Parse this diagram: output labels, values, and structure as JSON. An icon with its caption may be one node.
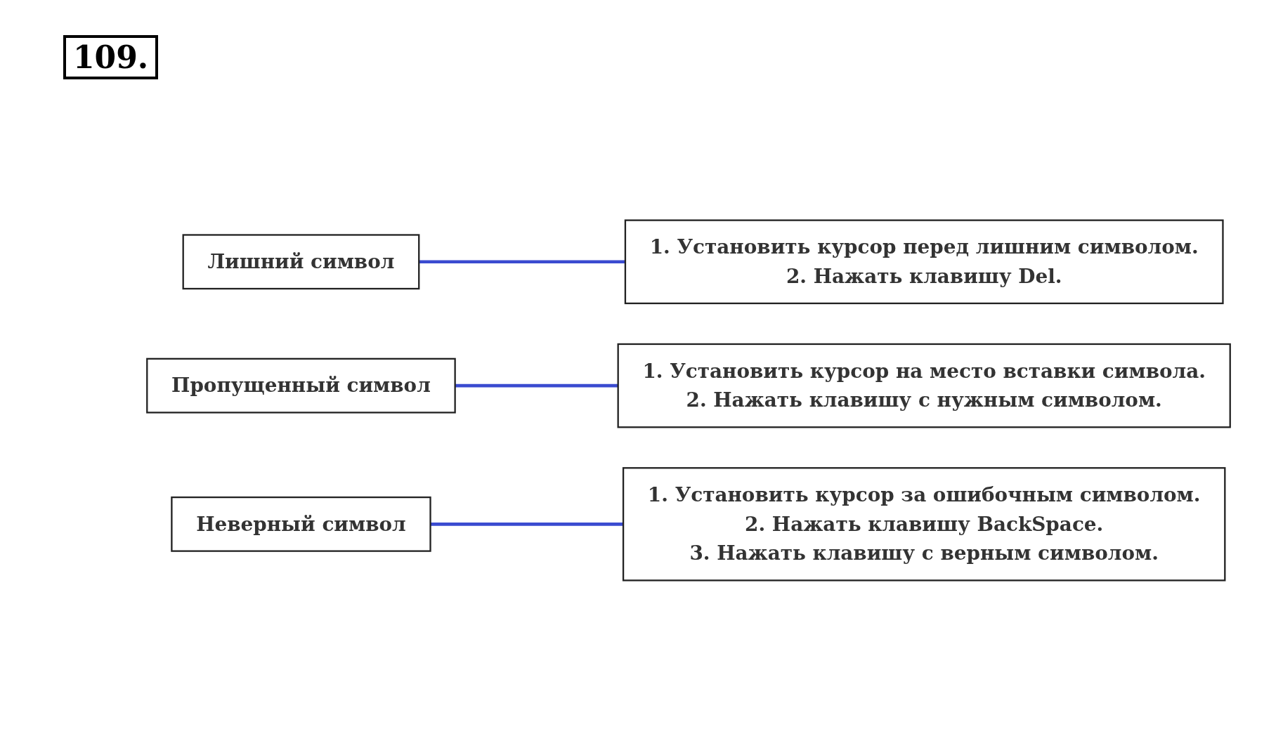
{
  "diagram": {
    "title": "109.",
    "nodes": [
      {
        "text": [
          "Лишний символ"
        ]
      },
      {
        "text": [
          "Пропущенный символ"
        ]
      },
      {
        "text": [
          "Неверный символ"
        ]
      },
      {
        "text": [
          "1. Установить курсор на место вставки символа.",
          "2. Нажать клавишу с нужным символом."
        ]
      },
      {
        "text": [
          "1. Установить курсор за ошибочным символом.",
          "2. Нажать клавишу BackSpace.",
          "3. Нажать клавишу с верным символом."
        ]
      },
      {
        "text": [
          "1. Установить курсор перед лишним символом.",
          "2. Нажать клавишу Del."
        ]
      }
    ],
    "edges": [
      {
        "from": 0,
        "to": 5,
        "arrow": "none"
      },
      {
        "from": 1,
        "to": 3,
        "arrow": "none"
      },
      {
        "from": 2,
        "to": 4,
        "arrow": "none"
      }
    ]
  }
}
